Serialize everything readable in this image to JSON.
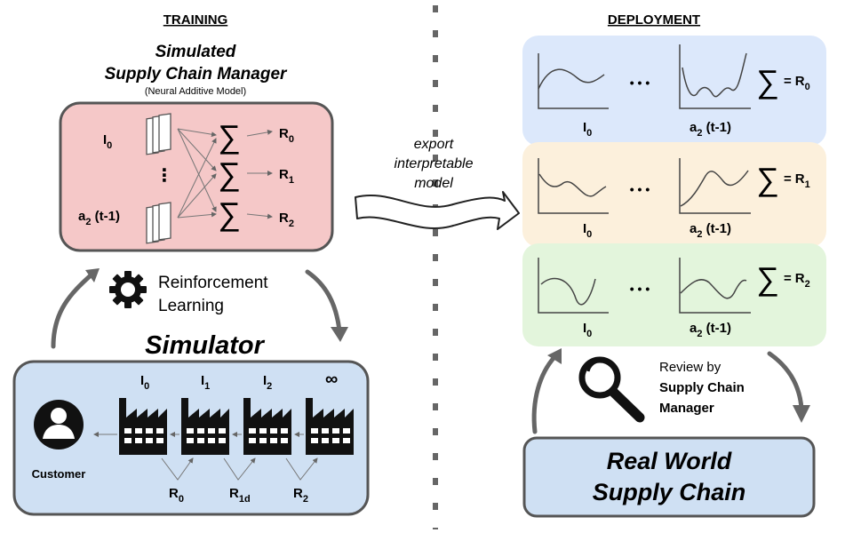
{
  "training": {
    "heading": "TRAINING",
    "manager_title_line1": "Simulated",
    "manager_title_line2": "Supply Chain Manager",
    "manager_subtitle": "(Neural Additive Model)",
    "input_top": "I",
    "input_top_sub": "0",
    "input_bottom": "a",
    "input_bottom_sub": "2",
    "input_bottom_suffix": " (t-1)",
    "vdots": "⋮",
    "sum_symbol": "∑",
    "outputs": [
      {
        "label": "R",
        "sub": "0"
      },
      {
        "label": "R",
        "sub": "1"
      },
      {
        "label": "R",
        "sub": "2"
      }
    ],
    "rl_line1": "Reinforcement",
    "rl_line2": "Learning",
    "simulator_title": "Simulator",
    "factories": [
      {
        "label": "I",
        "sub": "0"
      },
      {
        "label": "I",
        "sub": "1"
      },
      {
        "label": "I",
        "sub": "2"
      },
      {
        "label": "∞",
        "sub": ""
      }
    ],
    "customer_label": "Customer",
    "rewards": [
      {
        "label": "R",
        "sub": "0"
      },
      {
        "label": "R",
        "sub": "1d"
      },
      {
        "label": "R",
        "sub": "2"
      }
    ]
  },
  "middle": {
    "export_line1": "export",
    "export_line2": "interpretable",
    "export_line3": "model"
  },
  "deployment": {
    "heading": "DEPLOYMENT",
    "ellipsis": "• • •",
    "sum_symbol": "∑",
    "equals": "=",
    "rows": [
      {
        "color": "#dce8fb",
        "left_label": "I",
        "left_sub": "0",
        "right_label": "a",
        "right_sub": "2",
        "right_suffix": " (t-1)",
        "result": "R",
        "result_sub": "0"
      },
      {
        "color": "#fcf0dc",
        "left_label": "I",
        "left_sub": "0",
        "right_label": "a",
        "right_sub": "2",
        "right_suffix": " (t-1)",
        "result": "R",
        "result_sub": "1"
      },
      {
        "color": "#e3f5dc",
        "left_label": "I",
        "left_sub": "0",
        "right_label": "a",
        "right_sub": "2",
        "right_suffix": " (t-1)",
        "result": "R",
        "result_sub": "2"
      }
    ],
    "review_line1": "Review by",
    "review_line2": "Supply Chain",
    "review_line3": "Manager",
    "real_line1": "Real World",
    "real_line2": "Supply Chain"
  },
  "colors": {
    "manager_box": "#f5c8c8",
    "simulator_box": "#cfe0f3",
    "real_world_box": "#cfe0f3",
    "stroke": "#555555"
  }
}
